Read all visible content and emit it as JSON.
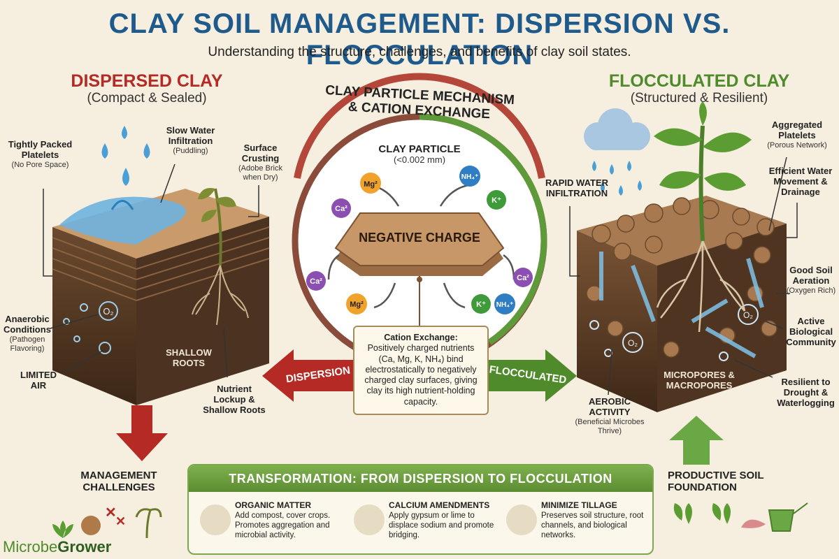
{
  "header": {
    "title": "CLAY SOIL MANAGEMENT: DISPERSION VS. FLOCCULATION",
    "subtitle": "Understanding the structure, challenges, and benefits of clay soil states."
  },
  "colors": {
    "title": "#1e5a8c",
    "dispersed": "#b52a24",
    "flocculated": "#4f8a2b",
    "panel": "#6b9b3c"
  },
  "left": {
    "heading": "DISPERSED CLAY",
    "subheading": "(Compact & Sealed)",
    "labels": {
      "tight": {
        "title": "Tightly Packed Platelets",
        "note": "(No Pore Space)"
      },
      "slow": {
        "title": "Slow Water Infiltration",
        "note": "(Puddling)"
      },
      "crust": {
        "title": "Surface Crusting",
        "note": "(Adobe Brick when Dry)"
      },
      "anaerobic": {
        "title": "Anaerobic Conditions",
        "note": "(Pathogen Flavoring)"
      },
      "air": "LIMITED AIR",
      "shallow": "SHALLOW ROOTS",
      "lockup": "Nutrient Lockup & Shallow Roots",
      "o2": "O₂"
    },
    "bottom": "MANAGEMENT CHALLENGES"
  },
  "center": {
    "heading": "CLAY PARTICLE MECHANISM & CATION EXCHANGE",
    "particle": "CLAY PARTICLE",
    "size": "(<0.002 mm)",
    "charge": "NEGATIVE CHARGE",
    "ions": {
      "mg": "Mg²",
      "ca": "Ca²",
      "nh4": "NH₄⁺",
      "k": "K⁺"
    },
    "exchange": {
      "title": "Cation Exchange:",
      "text": "Positively charged nutrients (Ca, Mg, K, NH₄) bind electrostatically to negatively charged clay surfaces, giving clay its high nutrient-holding capacity."
    },
    "arrow_left": "DISPERSION",
    "arrow_right": "FLOCCULATED"
  },
  "right": {
    "heading": "FLOCCULATED CLAY",
    "subheading": "(Structured & Resilient)",
    "labels": {
      "rapid": "RAPID WATER INFILTRATION",
      "agg": {
        "title": "Aggregated Platelets",
        "note": "(Porous Network)"
      },
      "efficient": "Efficient Water Movement & Drainage",
      "aeration": {
        "title": "Good Soil Aeration",
        "note": "(Oxygen Rich)"
      },
      "bio": "Active Biological Community",
      "pores": "MICROPORES & MACROPORES",
      "aerobic": {
        "title": "AEROBIC ACTIVITY",
        "note": "(Beneficial Microbes Thrive)"
      },
      "resilient": "Resilient to Drought & Waterlogging",
      "o2": "O₂"
    },
    "bottom": "PRODUCTIVE SOIL FOUNDATION"
  },
  "panel": {
    "title": "TRANSFORMATION: FROM DISPERSION TO FLOCCULATION",
    "items": [
      {
        "title": "ORGANIC MATTER",
        "text": "Add compost, cover crops. Promotes aggregation and microbial activity."
      },
      {
        "title": "CALCIUM AMENDMENTS",
        "text": "Apply gypsum or lime to displace sodium and promote bridging."
      },
      {
        "title": "MINIMIZE TILLAGE",
        "text": "Preserves soil structure, root channels, and biological networks."
      }
    ]
  },
  "logo": {
    "part1": "Microbe",
    "part2": "Grower"
  }
}
